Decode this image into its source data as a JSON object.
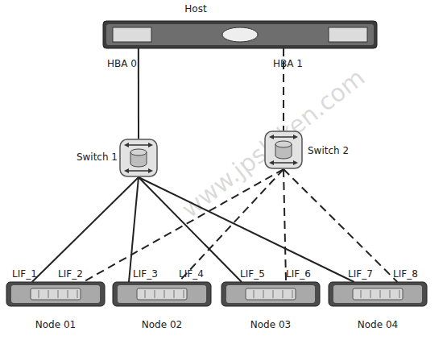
{
  "diagram": {
    "nodes": [
      {
        "text": [
          "Host"
        ]
      },
      {
        "text": [
          "Switch 1"
        ]
      },
      {
        "text": [
          "Switch 2"
        ]
      },
      {
        "text": [
          "Node 01"
        ]
      },
      {
        "text": [
          "Node 02"
        ]
      },
      {
        "text": [
          "Node 03"
        ]
      },
      {
        "text": [
          "Node 04"
        ]
      }
    ],
    "edges": [
      {
        "from": 0,
        "to": 1,
        "arrow": "none",
        "label": "HBA 0"
      },
      {
        "from": 0,
        "to": 2,
        "arrow": "none",
        "label": "HBA 1"
      },
      {
        "from": 1,
        "to": 3,
        "arrow": "none"
      },
      {
        "from": 1,
        "to": 4,
        "arrow": "none"
      },
      {
        "from": 1,
        "to": 5,
        "arrow": "none"
      },
      {
        "from": 1,
        "to": 6,
        "arrow": "none"
      },
      {
        "from": 2,
        "to": 3,
        "arrow": "none"
      },
      {
        "from": 2,
        "to": 4,
        "arrow": "none"
      },
      {
        "from": 2,
        "to": 5,
        "arrow": "none"
      },
      {
        "from": 2,
        "to": 6,
        "arrow": "none"
      }
    ],
    "labels": [
      "LIF_1",
      "LIF_2",
      "LIF_3",
      "LIF_4",
      "LIF_5",
      "LIF_6",
      "LIF_7",
      "LIF_8",
      "www.jpshiken.com"
    ]
  }
}
